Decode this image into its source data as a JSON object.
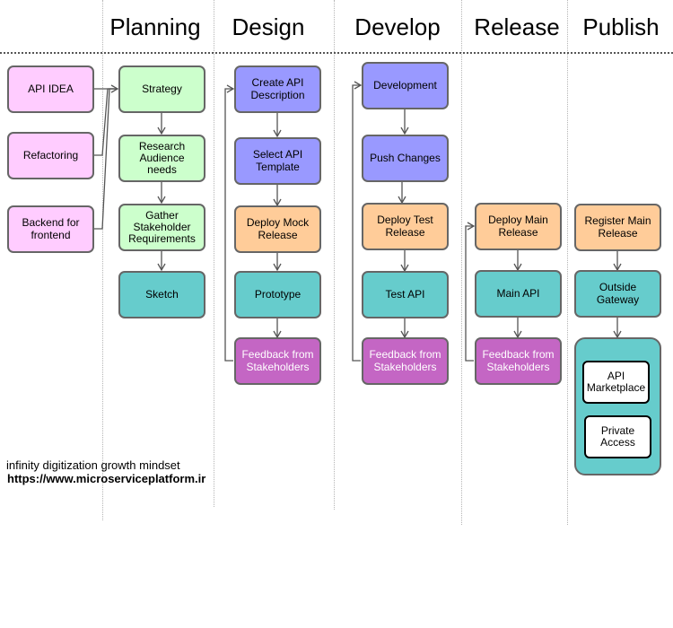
{
  "columns": {
    "planning": "Planning",
    "design": "Design",
    "develop": "Develop",
    "release": "Release",
    "publish": "Publish"
  },
  "nodes": {
    "api_idea": "API IDEA",
    "refactoring": "Refactoring",
    "backend": "Backend for frontend",
    "strategy": "Strategy",
    "research": "Research Audience needs",
    "gather": "Gather Stakeholder Requirements",
    "sketch": "Sketch",
    "create_api": "Create API Description",
    "select_template": "Select API Template",
    "deploy_mock": "Deploy Mock Release",
    "prototype": "Prototype",
    "feedback_design": "Feedback from Stakeholders",
    "development": "Development",
    "push_changes": "Push Changes",
    "deploy_test": "Deploy Test Release",
    "test_api": "Test API",
    "feedback_develop": "Feedback from Stakeholders",
    "deploy_main": "Deploy Main Release",
    "main_api": "Main API",
    "feedback_release": "Feedback from Stakeholders",
    "register_main": "Register Main Release",
    "outside_gateway": "Outside Gateway",
    "api_marketplace": "API Marketplace",
    "private_access": "Private Access"
  },
  "footer": {
    "tagline": "infinity digitization growth mindset",
    "url": "https://www.microserviceplatform.ir"
  },
  "colors": {
    "idea": "#ffccff",
    "planning": "#ccffcc",
    "design": "#9999ff",
    "release": "#ffcc99",
    "api": "#66cccc",
    "feedback": "#c466c4"
  }
}
